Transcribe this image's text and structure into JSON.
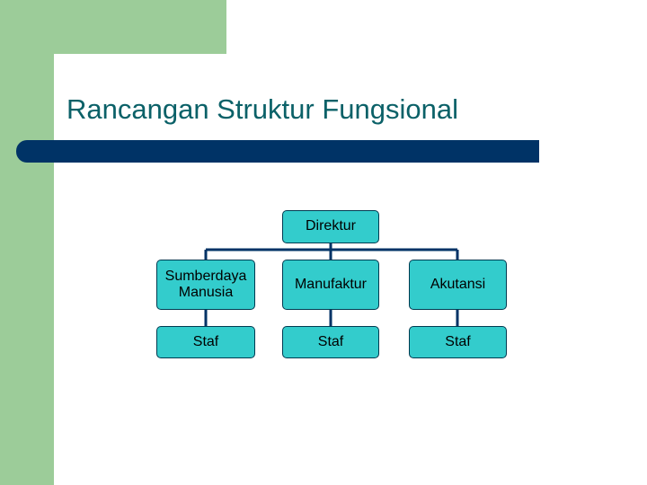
{
  "slide": {
    "title": "Rancangan Struktur Fungsional"
  },
  "org_chart": {
    "root": "Direktur",
    "departments": [
      {
        "label": "Sumberdaya Manusia",
        "staff": "Staf"
      },
      {
        "label": "Manufaktur",
        "staff": "Staf"
      },
      {
        "label": "Akutansi",
        "staff": "Staf"
      }
    ]
  },
  "colors": {
    "background_accent": "#9ccc99",
    "title_text": "#0b6168",
    "title_bar": "#003366",
    "box_fill": "#33cccc",
    "connector": "#003366"
  }
}
